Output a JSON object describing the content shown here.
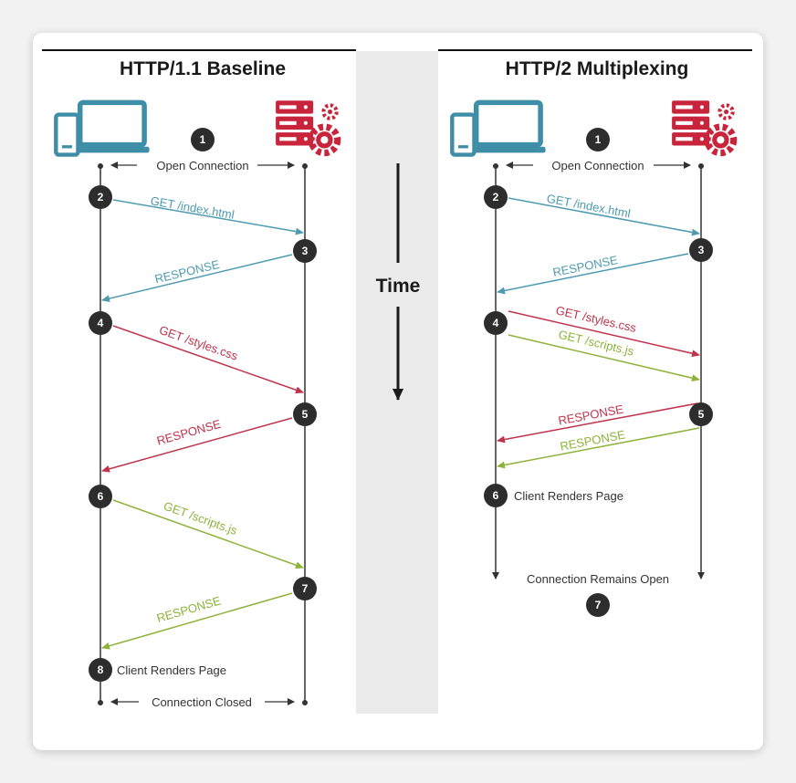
{
  "left_panel": {
    "title": "HTTP/1.1 Baseline",
    "open_label": "Open Connection",
    "close_label": "Connection Closed",
    "render_label": "Client Renders Page",
    "steps": [
      "1",
      "2",
      "3",
      "4",
      "5",
      "6",
      "7",
      "8"
    ],
    "messages": [
      "GET /index.html",
      "RESPONSE",
      "GET /styles.css",
      "RESPONSE",
      "GET /scripts.js",
      "RESPONSE"
    ]
  },
  "right_panel": {
    "title": "HTTP/2 Multiplexing",
    "open_label": "Open Connection",
    "remains_label": "Connection Remains Open",
    "render_label": "Client Renders Page",
    "steps": [
      "1",
      "2",
      "3",
      "4",
      "5",
      "6",
      "7"
    ],
    "messages": [
      "GET /index.html",
      "RESPONSE",
      "GET /styles.css",
      "GET /scripts.js",
      "RESPONSE",
      "RESPONSE"
    ]
  },
  "time_label": "Time",
  "colors": {
    "blue": "#4e9bb0",
    "red": "#c1334a",
    "green": "#8db33a",
    "device": "#3f8ea8",
    "server": "#c8253c",
    "marker": "#2d2d2d",
    "time_band": "#ebebeb"
  },
  "icons": [
    "laptop-phone-icon",
    "server-gear-icon"
  ]
}
